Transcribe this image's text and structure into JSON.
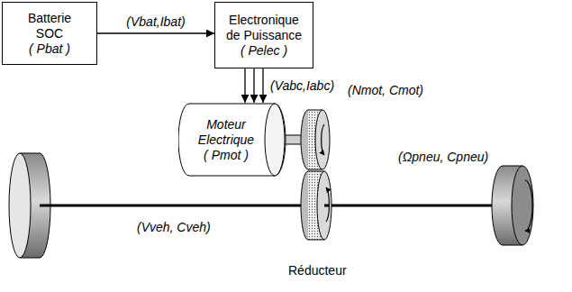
{
  "diagram": {
    "nodes": [
      {
        "text": [
          "Batterie SOC",
          "( Pbat )"
        ]
      },
      {
        "text": [
          "Electronique de Puissance",
          "( Pelec )"
        ]
      },
      {
        "text": [
          "Moteur Electrique",
          "( Pmot )"
        ]
      }
    ],
    "edges": [
      {
        "from": 0,
        "to": 1,
        "arrow": "to",
        "label": "(Vbat,Ibat)"
      },
      {
        "from": 1,
        "to": 2,
        "arrow": "to"
      },
      {
        "from": 1,
        "to": 2,
        "arrow": "to"
      },
      {
        "from": 1,
        "to": 2,
        "arrow": "to",
        "label": "(Vabc,Iabc)"
      }
    ],
    "labels": [
      "(Nmot, Cmot)",
      "(Vveh, Cveh)",
      "Réducteur",
      "(Ωpneu, Cpneu)"
    ]
  }
}
